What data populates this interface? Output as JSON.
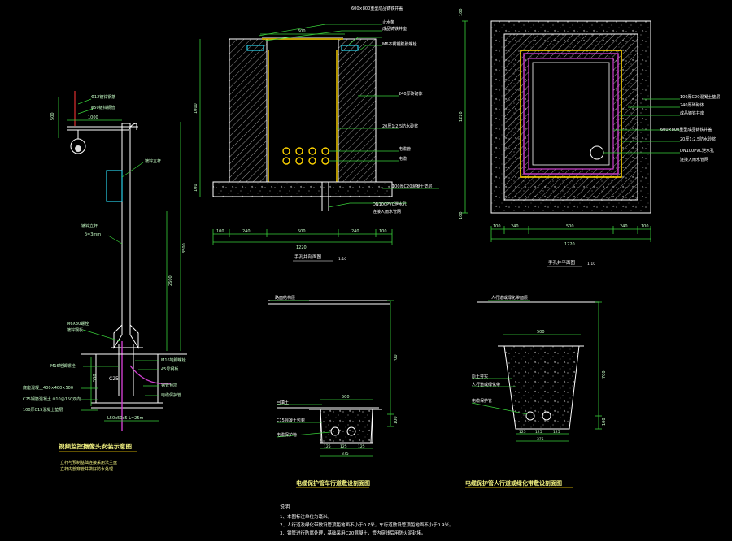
{
  "left_detail": {
    "label_lines": [
      "视频监控摄像头安装示意图"
    ],
    "notes": [
      "立杆与预制基础连接采用法兰盘",
      "立杆内部穿管并做好防水处理"
    ],
    "annotations": [
      {
        "text": "Φ12镀锌钢筋"
      },
      {
        "text": "φ50镀锌钢管"
      },
      {
        "text": "镀锌立杆"
      },
      {
        "text": "δ=3mm"
      },
      {
        "text": "M6X30螺栓"
      },
      {
        "text": "镀锌钢板"
      },
      {
        "text": "M16地脚螺栓"
      },
      {
        "text": "M16地脚螺栓"
      },
      {
        "text": "45号钢板"
      },
      {
        "text": "底座混凝土400×400×500"
      },
      {
        "text": "C25钢筋混凝土 Φ10@150双向"
      },
      {
        "text": "100厚C15混凝土垫层"
      },
      {
        "text": "钢管预埋"
      },
      {
        "text": "电缆保护管"
      }
    ],
    "dims": [
      "500",
      "1000",
      "3500",
      "2600",
      "500",
      "C25",
      "L50x50x5 L=25m"
    ]
  },
  "section_view": {
    "title": "手孔井剖面图",
    "scale": "1:10",
    "annotations": [
      {
        "text": "600×800重型成品铸铁井盖"
      },
      {
        "text": "止水条"
      },
      {
        "text": "成品铸铁井座"
      },
      {
        "text": "M6不锈钢膨胀螺栓"
      },
      {
        "text": "240厚砖砌体"
      },
      {
        "text": "20厚1:2.5防水砂浆"
      },
      {
        "text": "电缆管"
      },
      {
        "text": "电缆"
      },
      {
        "text": "100厚C20混凝土垫层"
      },
      {
        "text": "DN100PVC泄水孔"
      },
      {
        "text": "连接入雨水管网"
      }
    ],
    "dims_bottom": [
      "100",
      "240",
      "500",
      "240",
      "100"
    ],
    "total_width": "1220",
    "dims_top": "600",
    "dims_left": [
      "1000",
      "100"
    ]
  },
  "plan_view": {
    "title": "手孔井平面图",
    "scale": "1:10",
    "annotations": [
      {
        "text": "100厚C20混凝土垫层"
      },
      {
        "text": "240厚砖砌体"
      },
      {
        "text": "成品铸铁井座"
      },
      {
        "text": "600×800重型成品铸铁井盖"
      },
      {
        "text": "20厚1:2.5防水砂浆"
      },
      {
        "text": "DN100PVC泄水孔"
      },
      {
        "text": "连接入雨水管网"
      }
    ],
    "dims_bottom": [
      "100",
      "240",
      "500",
      "240",
      "100"
    ],
    "total_width": "1220",
    "dims_left": [
      "100",
      "1220",
      "100"
    ]
  },
  "trench_vehicle": {
    "title": "电缆保护管车行道敷设剖面图",
    "annotations": [
      {
        "text": "路面结构层"
      },
      {
        "text": "回填土"
      },
      {
        "text": "C15混凝土包封"
      },
      {
        "text": "电缆保护管"
      }
    ],
    "dims_top": "500",
    "dims_bottom": [
      "125",
      "125",
      "125"
    ],
    "total_bottom": "375",
    "dims_right": [
      "700",
      "100"
    ]
  },
  "trench_pedestrian": {
    "title": "电缆保护管人行道或绿化带敷设剖面图",
    "annotations": [
      {
        "text": "人行道或绿化带面层"
      },
      {
        "text": "原土夯实"
      },
      {
        "text": "人行道或绿化带"
      },
      {
        "text": "电缆保护管"
      }
    ],
    "dims_top": "500",
    "dims_bottom": [
      "125",
      "125",
      "125"
    ],
    "total_bottom": "375",
    "dims_right": [
      "700",
      "100"
    ]
  },
  "notes": {
    "heading": "说明",
    "items": [
      "1、本图标注单位为毫米。",
      "2、人行道及绿化带敷设管顶距地面不小于0.7米，车行道敷设管顶距地面不小于0.9米。",
      "3、钢管进行防腐处理，基础采用C20混凝土，管内穿线后用防火泥封堵。"
    ]
  },
  "colors": {
    "background": "#000000",
    "dimension": "#39d13a",
    "outline": "#ffffff",
    "wall_hatch": "#ffffff",
    "mortar": "#ffd400",
    "frame": "#d040d0",
    "pipe": "#28d0e8",
    "rebar": "#e03030"
  }
}
